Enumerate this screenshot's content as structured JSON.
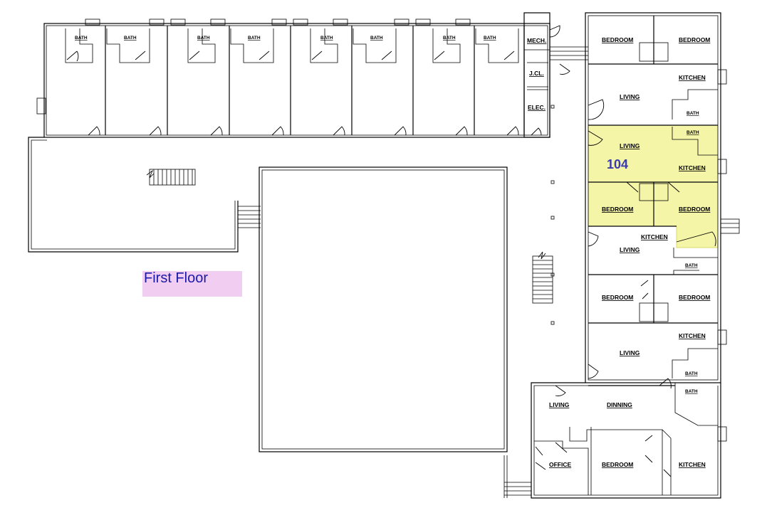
{
  "plan": {
    "floor_label": "First Floor",
    "highlight_unit": "104",
    "highlight_color": "#f5f5a8",
    "floor_label_bg": "#f2cdf2",
    "rooms": {
      "bath": "BATH",
      "mech": "MECH.",
      "jcl": "J.CL.",
      "elec": "ELEC.",
      "bedroom": "BEDROOM",
      "kitchen": "KITCHEN",
      "living": "LIVING",
      "dinning": "DINNING",
      "office": "OFFICE"
    }
  }
}
